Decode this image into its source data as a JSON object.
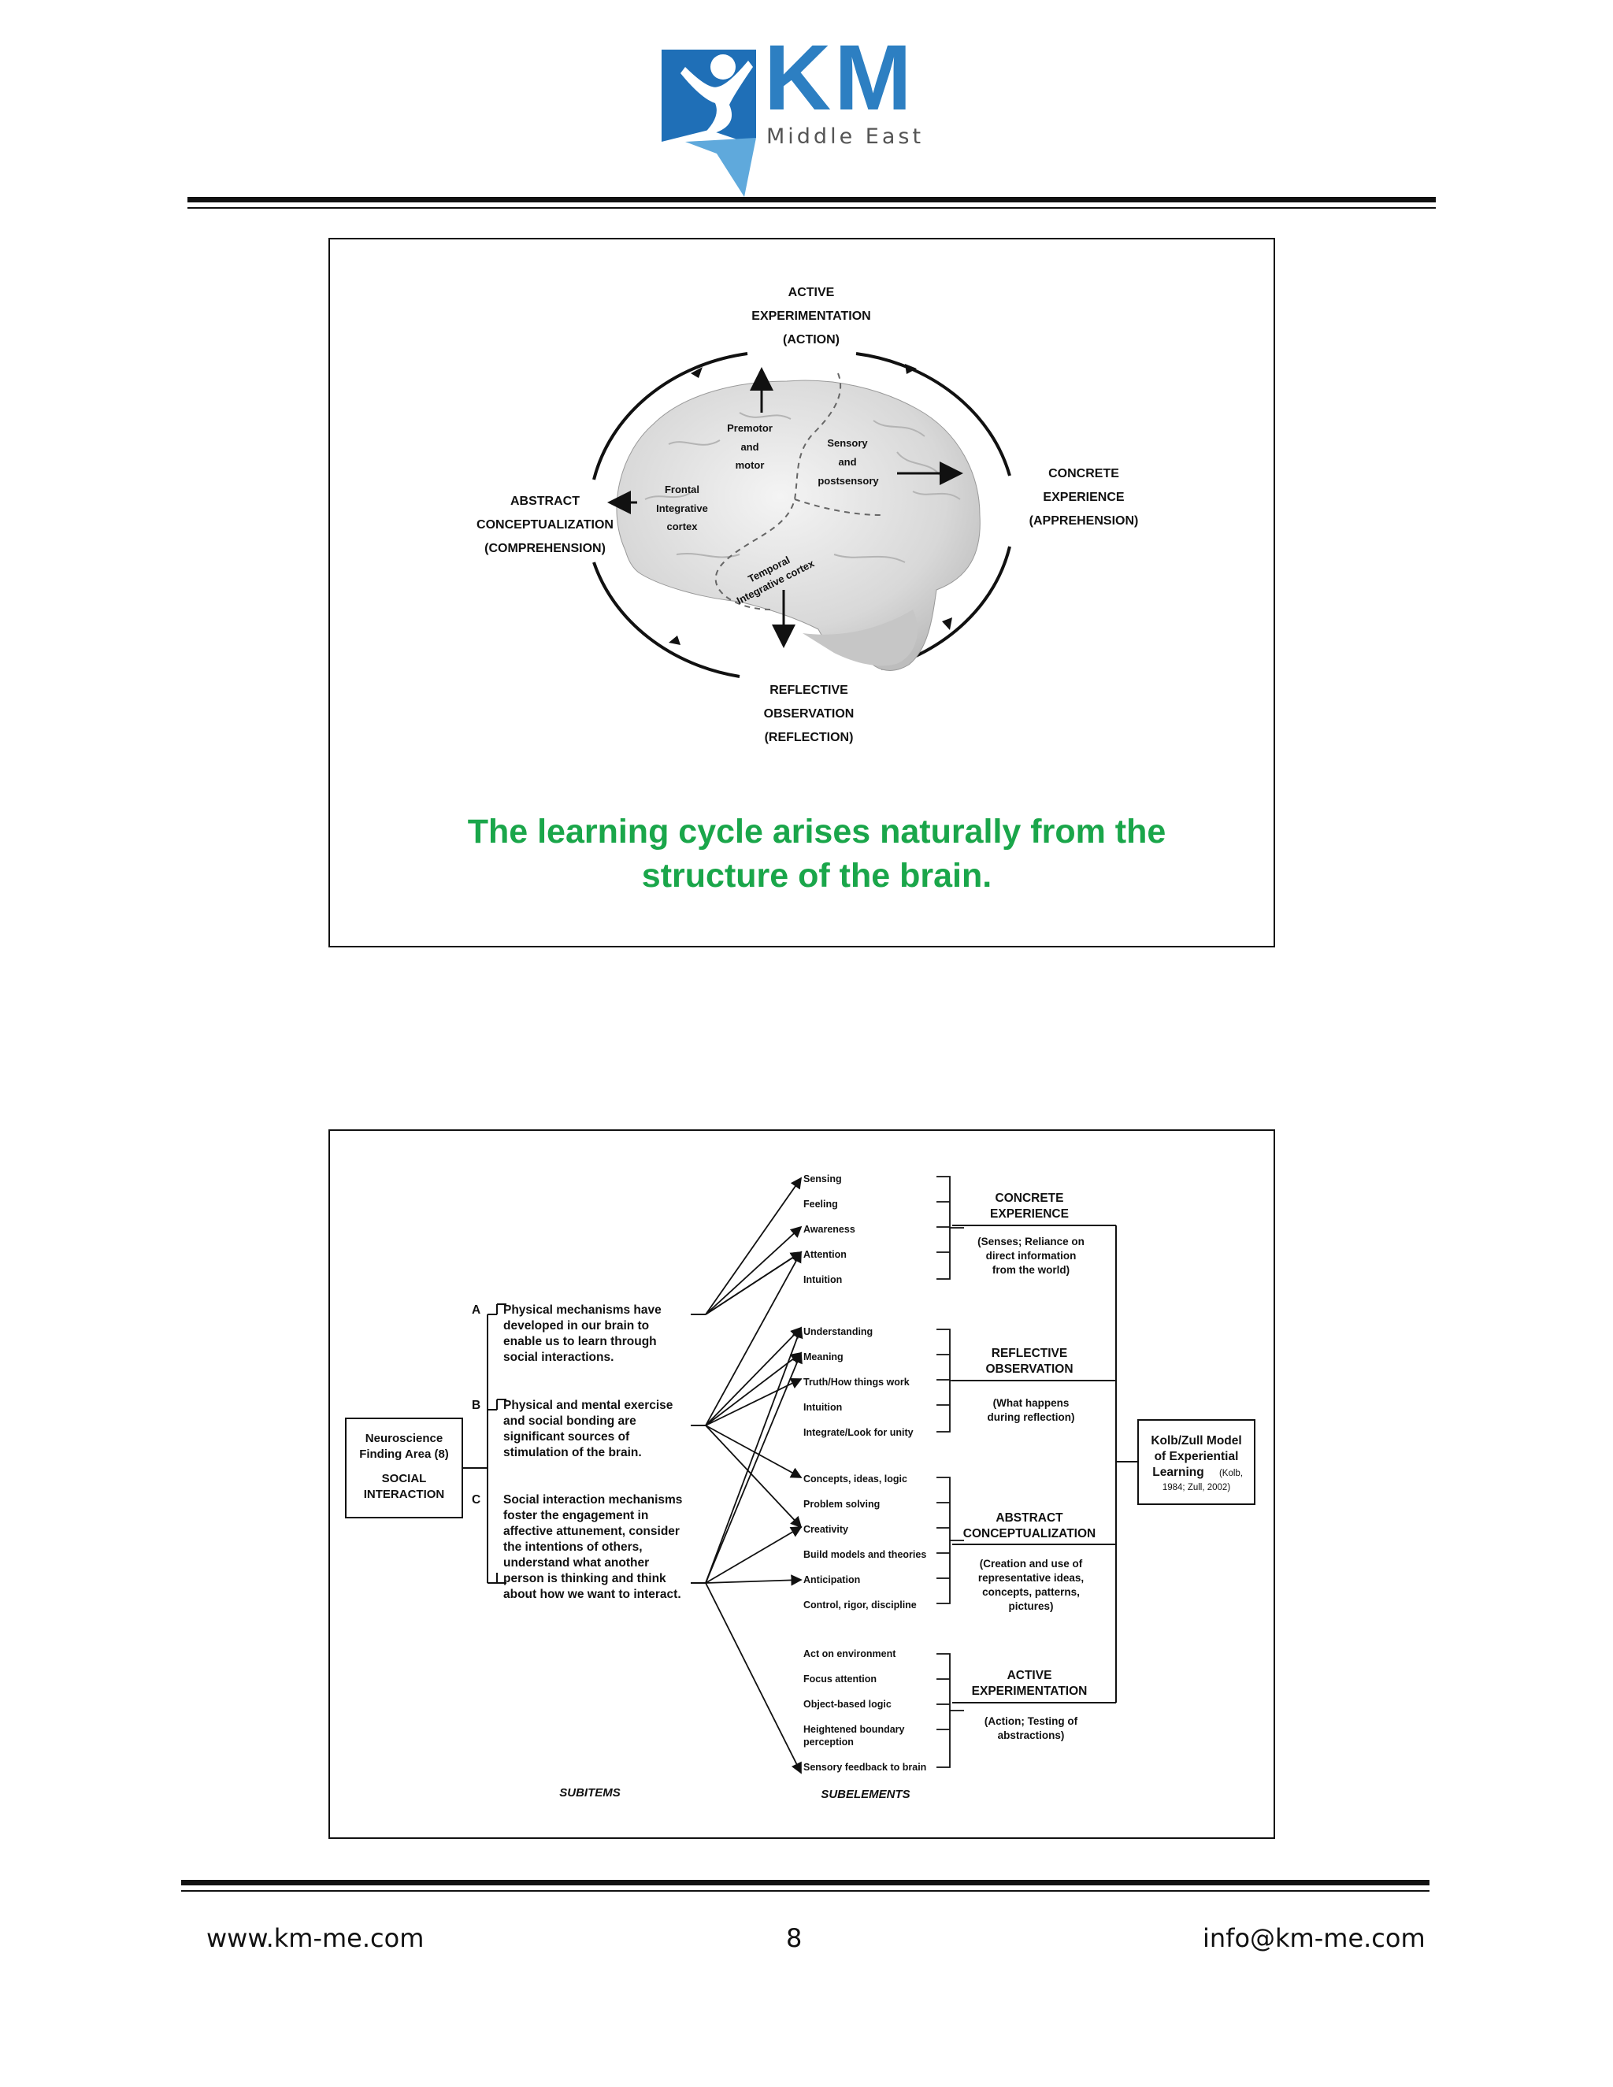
{
  "header": {
    "logo_text": "KM",
    "logo_subtext": "Middle East"
  },
  "figure1": {
    "top": [
      "ACTIVE",
      "EXPERIMENTATION",
      "(ACTION)"
    ],
    "right": [
      "CONCRETE",
      "EXPERIENCE",
      "(APPREHENSION)"
    ],
    "bottom": [
      "REFLECTIVE",
      "OBSERVATION",
      "(REFLECTION)"
    ],
    "left": [
      "ABSTRACT",
      "CONCEPTUALIZATION",
      "(COMPREHENSION)"
    ],
    "regions": {
      "premotor": [
        "Premotor",
        "and",
        "motor"
      ],
      "sensory": [
        "Sensory",
        "and",
        "postsensory"
      ],
      "frontal": [
        "Frontal",
        "Integrative",
        "cortex"
      ],
      "temporal": [
        "Temporal",
        "Integrative cortex"
      ]
    },
    "caption": [
      "The learning cycle arises naturally from the",
      "structure of the brain."
    ],
    "caption_color": "#1aa64a"
  },
  "figure2": {
    "source_box": [
      "Neuroscience",
      "Finding Area (8)",
      "SOCIAL",
      "INTERACTION"
    ],
    "subitems": [
      {
        "letter": "A",
        "lines": [
          "Physical mechanisms have",
          "developed in our brain to",
          "enable us to learn through",
          "social interactions."
        ]
      },
      {
        "letter": "B",
        "lines": [
          "Physical and mental exercise",
          "and social bonding are",
          "significant sources of",
          "stimulation of the brain."
        ]
      },
      {
        "letter": "C",
        "lines": [
          "Social interaction mechanisms",
          "foster the engagement in",
          "affective attunement, consider",
          "the intentions of others,",
          "understand what another",
          "person is thinking and think",
          "about how we want to interact."
        ]
      }
    ],
    "subelement_groups": [
      [
        "Sensing",
        "Feeling",
        "Awareness",
        "Attention",
        "Intuition"
      ],
      [
        "Understanding",
        "Meaning",
        "Truth/How things work",
        "Intuition",
        "Integrate/Look for unity"
      ],
      [
        "Concepts, ideas, logic",
        "Problem solving",
        "Creativity",
        "Build models and theories",
        "Anticipation",
        "Control, rigor, discipline"
      ],
      [
        "Act on environment",
        "Focus attention",
        "Object-based logic",
        "Heightened boundary",
        "perception",
        "Sensory feedback to brain"
      ]
    ],
    "stages": [
      {
        "title": [
          "CONCRETE",
          "EXPERIENCE"
        ],
        "desc": [
          "(Senses; Reliance on",
          "direct information",
          "from the world)"
        ]
      },
      {
        "title": [
          "REFLECTIVE",
          "OBSERVATION"
        ],
        "desc": [
          "(What happens",
          "during reflection)"
        ]
      },
      {
        "title": [
          "ABSTRACT",
          "CONCEPTUALIZATION"
        ],
        "desc": [
          "(Creation and use of",
          "representative ideas,",
          "concepts, patterns,",
          "pictures)"
        ]
      },
      {
        "title": [
          "ACTIVE",
          "EXPERIMENTATION"
        ],
        "desc": [
          "(Action; Testing of",
          "abstractions)"
        ]
      }
    ],
    "model_box": [
      "Kolb/Zull Model",
      "of Experiential",
      "Learning",
      "(Kolb,",
      "1984; Zull, 2002)"
    ],
    "label_subitems": "SUBITEMS",
    "label_subelements": "SUBELEMENTS"
  },
  "footer": {
    "left": "www.km-me.com",
    "page": "8",
    "right": "info@km-me.com"
  }
}
